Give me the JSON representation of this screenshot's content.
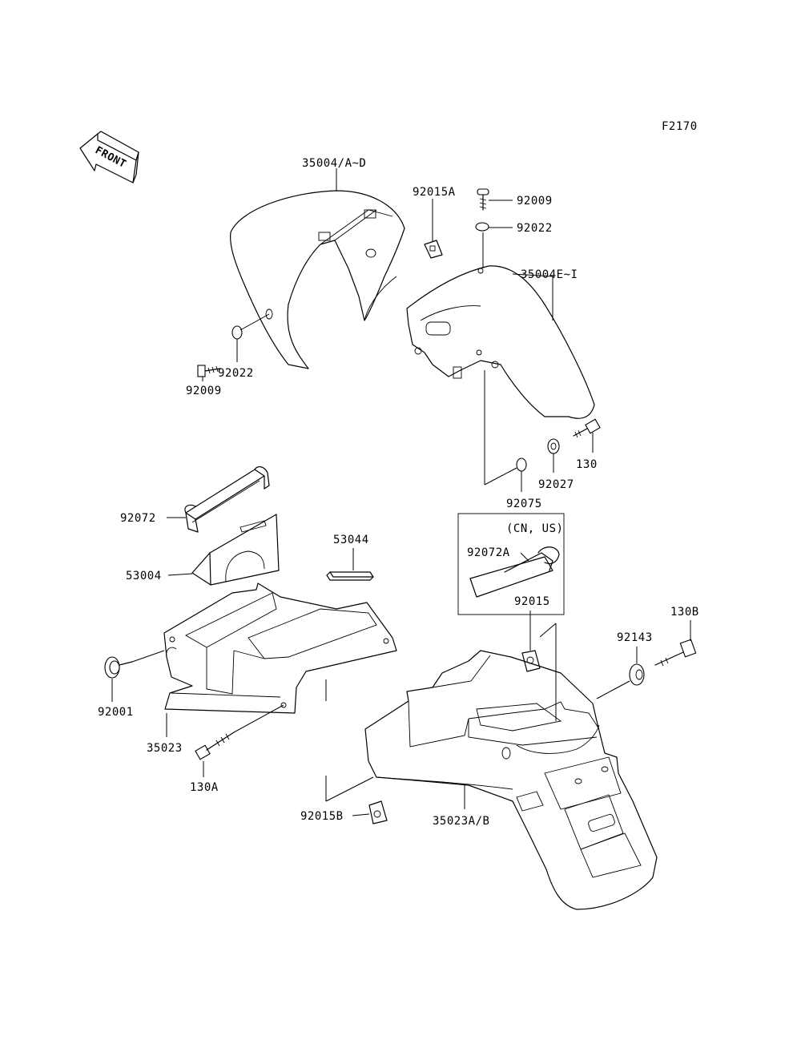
{
  "figure_code": "F2170",
  "front_label": "FRONT",
  "variant_box": {
    "note": "(CN, US)"
  },
  "labels": {
    "p35004AD": "35004/A~D",
    "p92015A": "92015A",
    "p92009_top": "92009",
    "p92022_top": "92022",
    "p35004EI": "35004E~I",
    "p92009_left": "92009",
    "p92022_left": "92022",
    "p130": "130",
    "p92027": "92027",
    "p92075": "92075",
    "p92072": "92072",
    "p53044": "53044",
    "p53004": "53004",
    "p92072A": "92072A",
    "p92015": "92015",
    "p130B": "130B",
    "p92143": "92143",
    "p92001": "92001",
    "p35023": "35023",
    "p130A": "130A",
    "p92015B": "92015B",
    "p35023AB": "35023A/B"
  }
}
